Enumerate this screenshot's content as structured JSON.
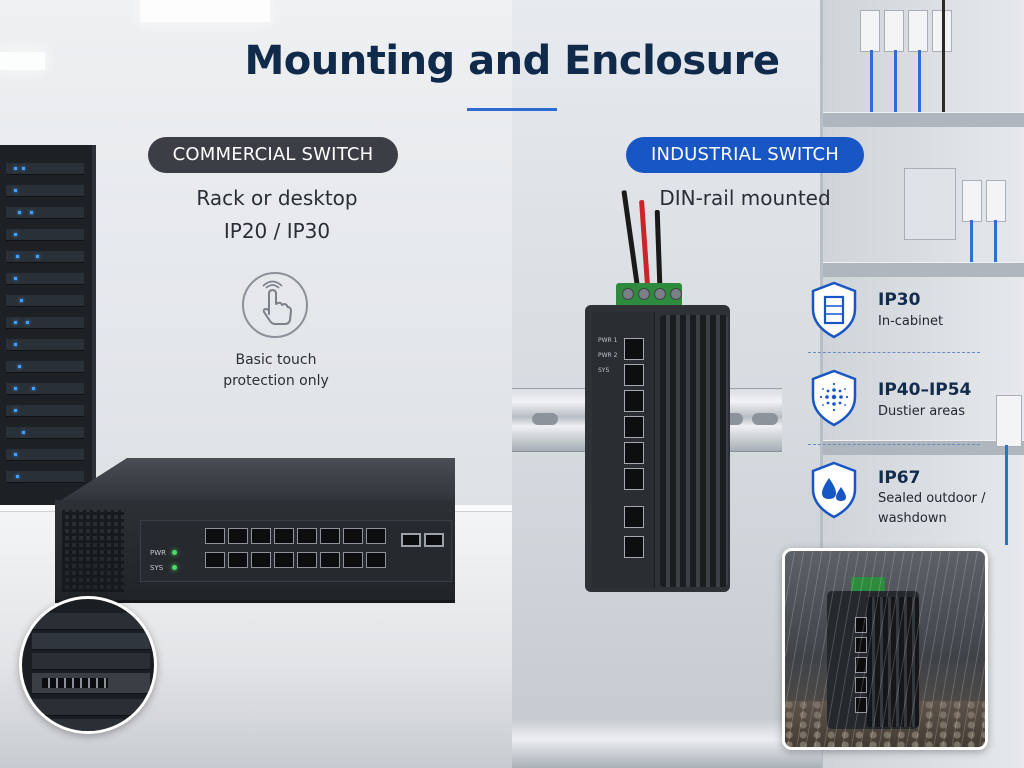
{
  "page": {
    "title": "Mounting and Enclosure"
  },
  "commercial": {
    "badge": "COMMERCIAL SWITCH",
    "mounting": "Rack or desktop",
    "rating": "IP20 / IP30",
    "icon": "touch-hand-icon",
    "note_line1": "Basic touch",
    "note_line2": "protection only",
    "switch_led_pwr": "PWR",
    "switch_led_sys": "SYS"
  },
  "industrial": {
    "badge": "INDUSTRIAL SWITCH",
    "mounting": "DIN-rail mounted",
    "switch_led_pwr1": "PWR 1",
    "switch_led_pwr2": "PWR 2",
    "switch_led_sys": "SYS"
  },
  "ratings": [
    {
      "icon": "cabinet-shield-icon",
      "title": "IP30",
      "desc_line1": "In-cabinet",
      "desc_line2": ""
    },
    {
      "icon": "dust-shield-icon",
      "title": "IP40–IP54",
      "desc_line1": "Dustier areas",
      "desc_line2": ""
    },
    {
      "icon": "water-drops-shield-icon",
      "title": "IP67",
      "desc_line1": "Sealed outdoor /",
      "desc_line2": "washdown"
    }
  ],
  "colors": {
    "title": "#102a4c",
    "accent_blue": "#1756c4",
    "commercial_pill": "#3b3f45",
    "led_green": "#4cd964"
  }
}
